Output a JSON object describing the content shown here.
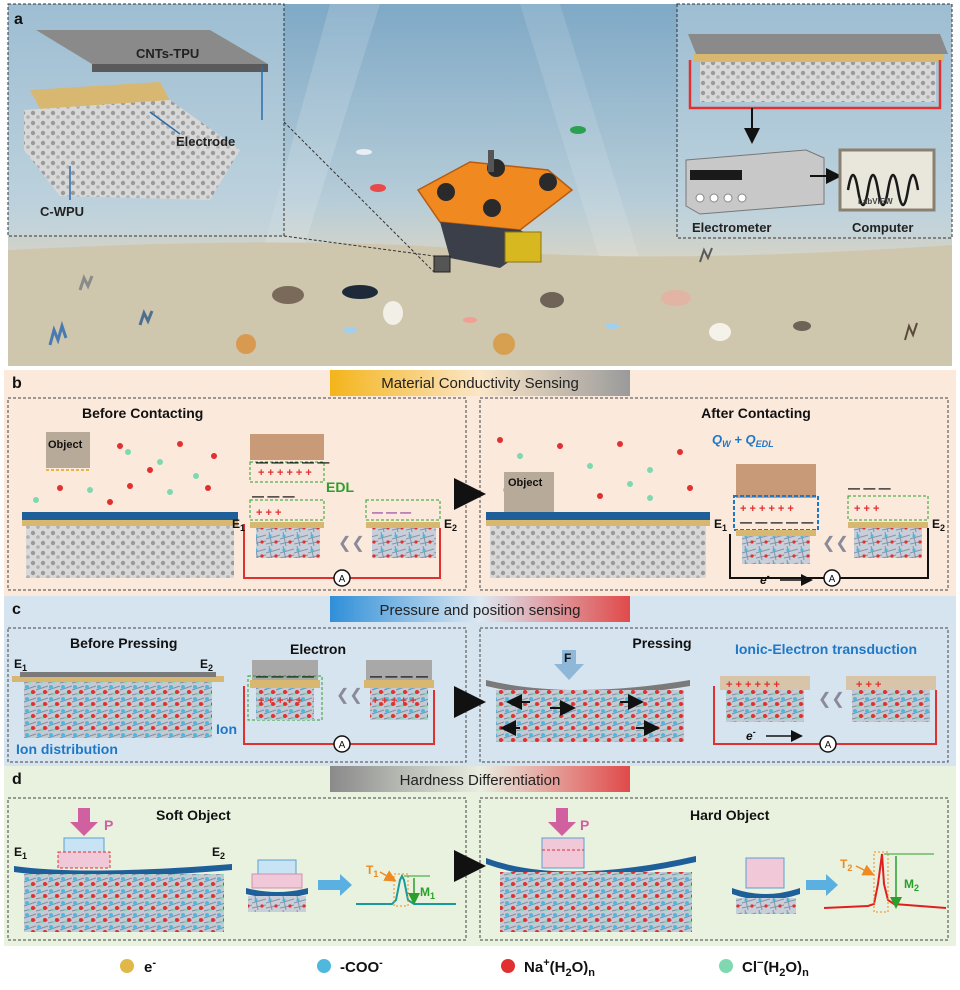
{
  "panel_a": {
    "label": "a",
    "cnts_tpu": "CNTs-TPU",
    "electrode": "Electrode",
    "c_wpu": "C-WPU",
    "electrometer": "Electrometer",
    "computer": "Computer",
    "software": "LabVIEW"
  },
  "panel_b": {
    "label": "b",
    "title": "Material Conductivity Sensing",
    "before": "Before Contacting",
    "after": "After Contacting",
    "object": "Object",
    "edl": "EDL",
    "q_label": "Q",
    "q_w_sub": "W",
    "q_plus": " + Q",
    "q_edl_sub": "EDL",
    "e1": "E",
    "e1_sub": "1",
    "e2": "E",
    "e2_sub": "2",
    "ammeter": "A",
    "electron_flow": "e",
    "electron_sup": "-"
  },
  "panel_c": {
    "label": "c",
    "title": "Pressure and position sensing",
    "before": "Before Pressing",
    "pressing": "Pressing",
    "electron": "Electron",
    "ion": "Ion",
    "ion_distribution": "Ion distribution",
    "transduction": "Ionic-Electron transduction",
    "force": "F"
  },
  "panel_d": {
    "label": "d",
    "title": "Hardness Differentiation",
    "soft": "Soft Object",
    "hard": "Hard Object",
    "pressure": "P",
    "t1": "T",
    "t1_sub": "1",
    "m1": "M",
    "m1_sub": "1",
    "t2": "T",
    "t2_sub": "2",
    "m2": "M",
    "m2_sub": "2"
  },
  "legend": {
    "electron": "e",
    "electron_sup": "-",
    "coo": "-COO",
    "coo_sup": "-",
    "na": "Na",
    "na_sup": "+",
    "na_paren": "(H",
    "na_sub": "2",
    "na_end": "O)",
    "na_n": "n",
    "cl": "Cl",
    "cl_sup": "−",
    "cl_paren": "(H",
    "cl_sub": "2",
    "cl_end": "O)",
    "cl_n": "n"
  },
  "colors": {
    "electron": "#e0b84a",
    "coo": "#4fb8dc",
    "na": "#e03030",
    "cl": "#7fd8b0",
    "orange": "#f08a20",
    "blue_text": "#1f77c8",
    "green_text": "#2aa02a"
  }
}
